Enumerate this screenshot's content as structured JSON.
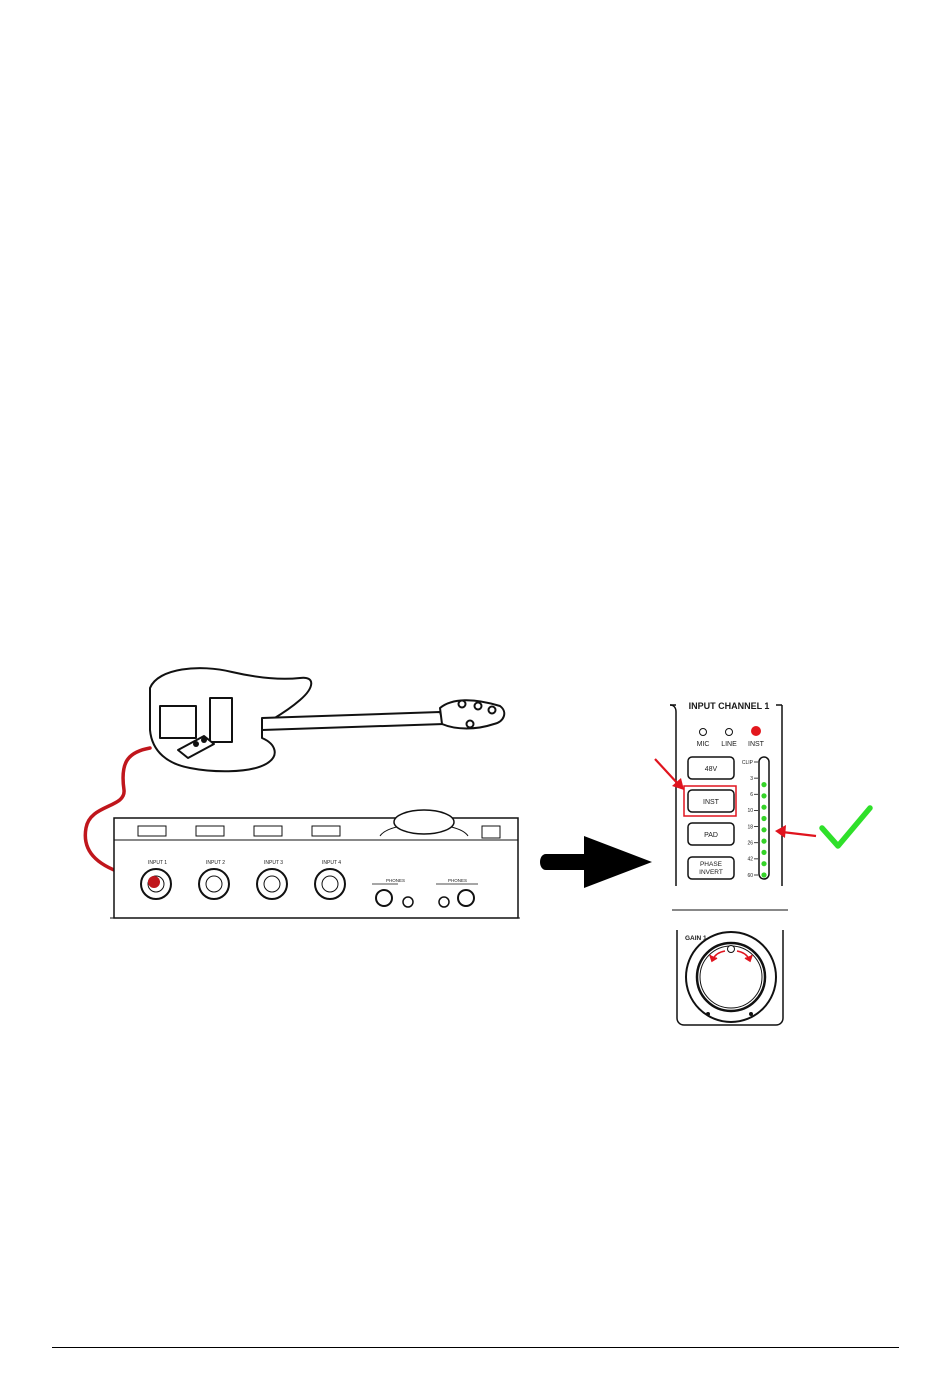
{
  "interface": {
    "inputs": [
      {
        "label": "INPUT 1"
      },
      {
        "label": "INPUT 2"
      },
      {
        "label": "INPUT 3"
      },
      {
        "label": "INPUT 4"
      }
    ],
    "phones": [
      "PHONES",
      "PHONES"
    ]
  },
  "panel": {
    "title": "INPUT CHANNEL 1",
    "indicators": [
      {
        "label": "MIC",
        "lit": false
      },
      {
        "label": "LINE",
        "lit": false
      },
      {
        "label": "INST",
        "lit": true
      }
    ],
    "buttons": {
      "phantom": "48V",
      "inst": "INST",
      "pad": "PAD",
      "phase_line1": "PHASE",
      "phase_line2": "INVERT"
    },
    "meter": {
      "scale": [
        "CLIP",
        "3",
        "6",
        "10",
        "18",
        "26",
        "42",
        "60"
      ],
      "lit_segments": 9,
      "total_segments": 11
    },
    "gain_label": "GAIN 1"
  },
  "colors": {
    "cable": "#c0161c",
    "annotation_arrow": "#e0141e",
    "inst_led": "#e3171d",
    "meter_led": "#35d428",
    "checkmark": "#2fe02a",
    "big_arrow": "#000000"
  },
  "icons": [
    "bass-guitar-icon",
    "audio-interface-icon",
    "right-arrow-icon",
    "checkmark-icon"
  ]
}
